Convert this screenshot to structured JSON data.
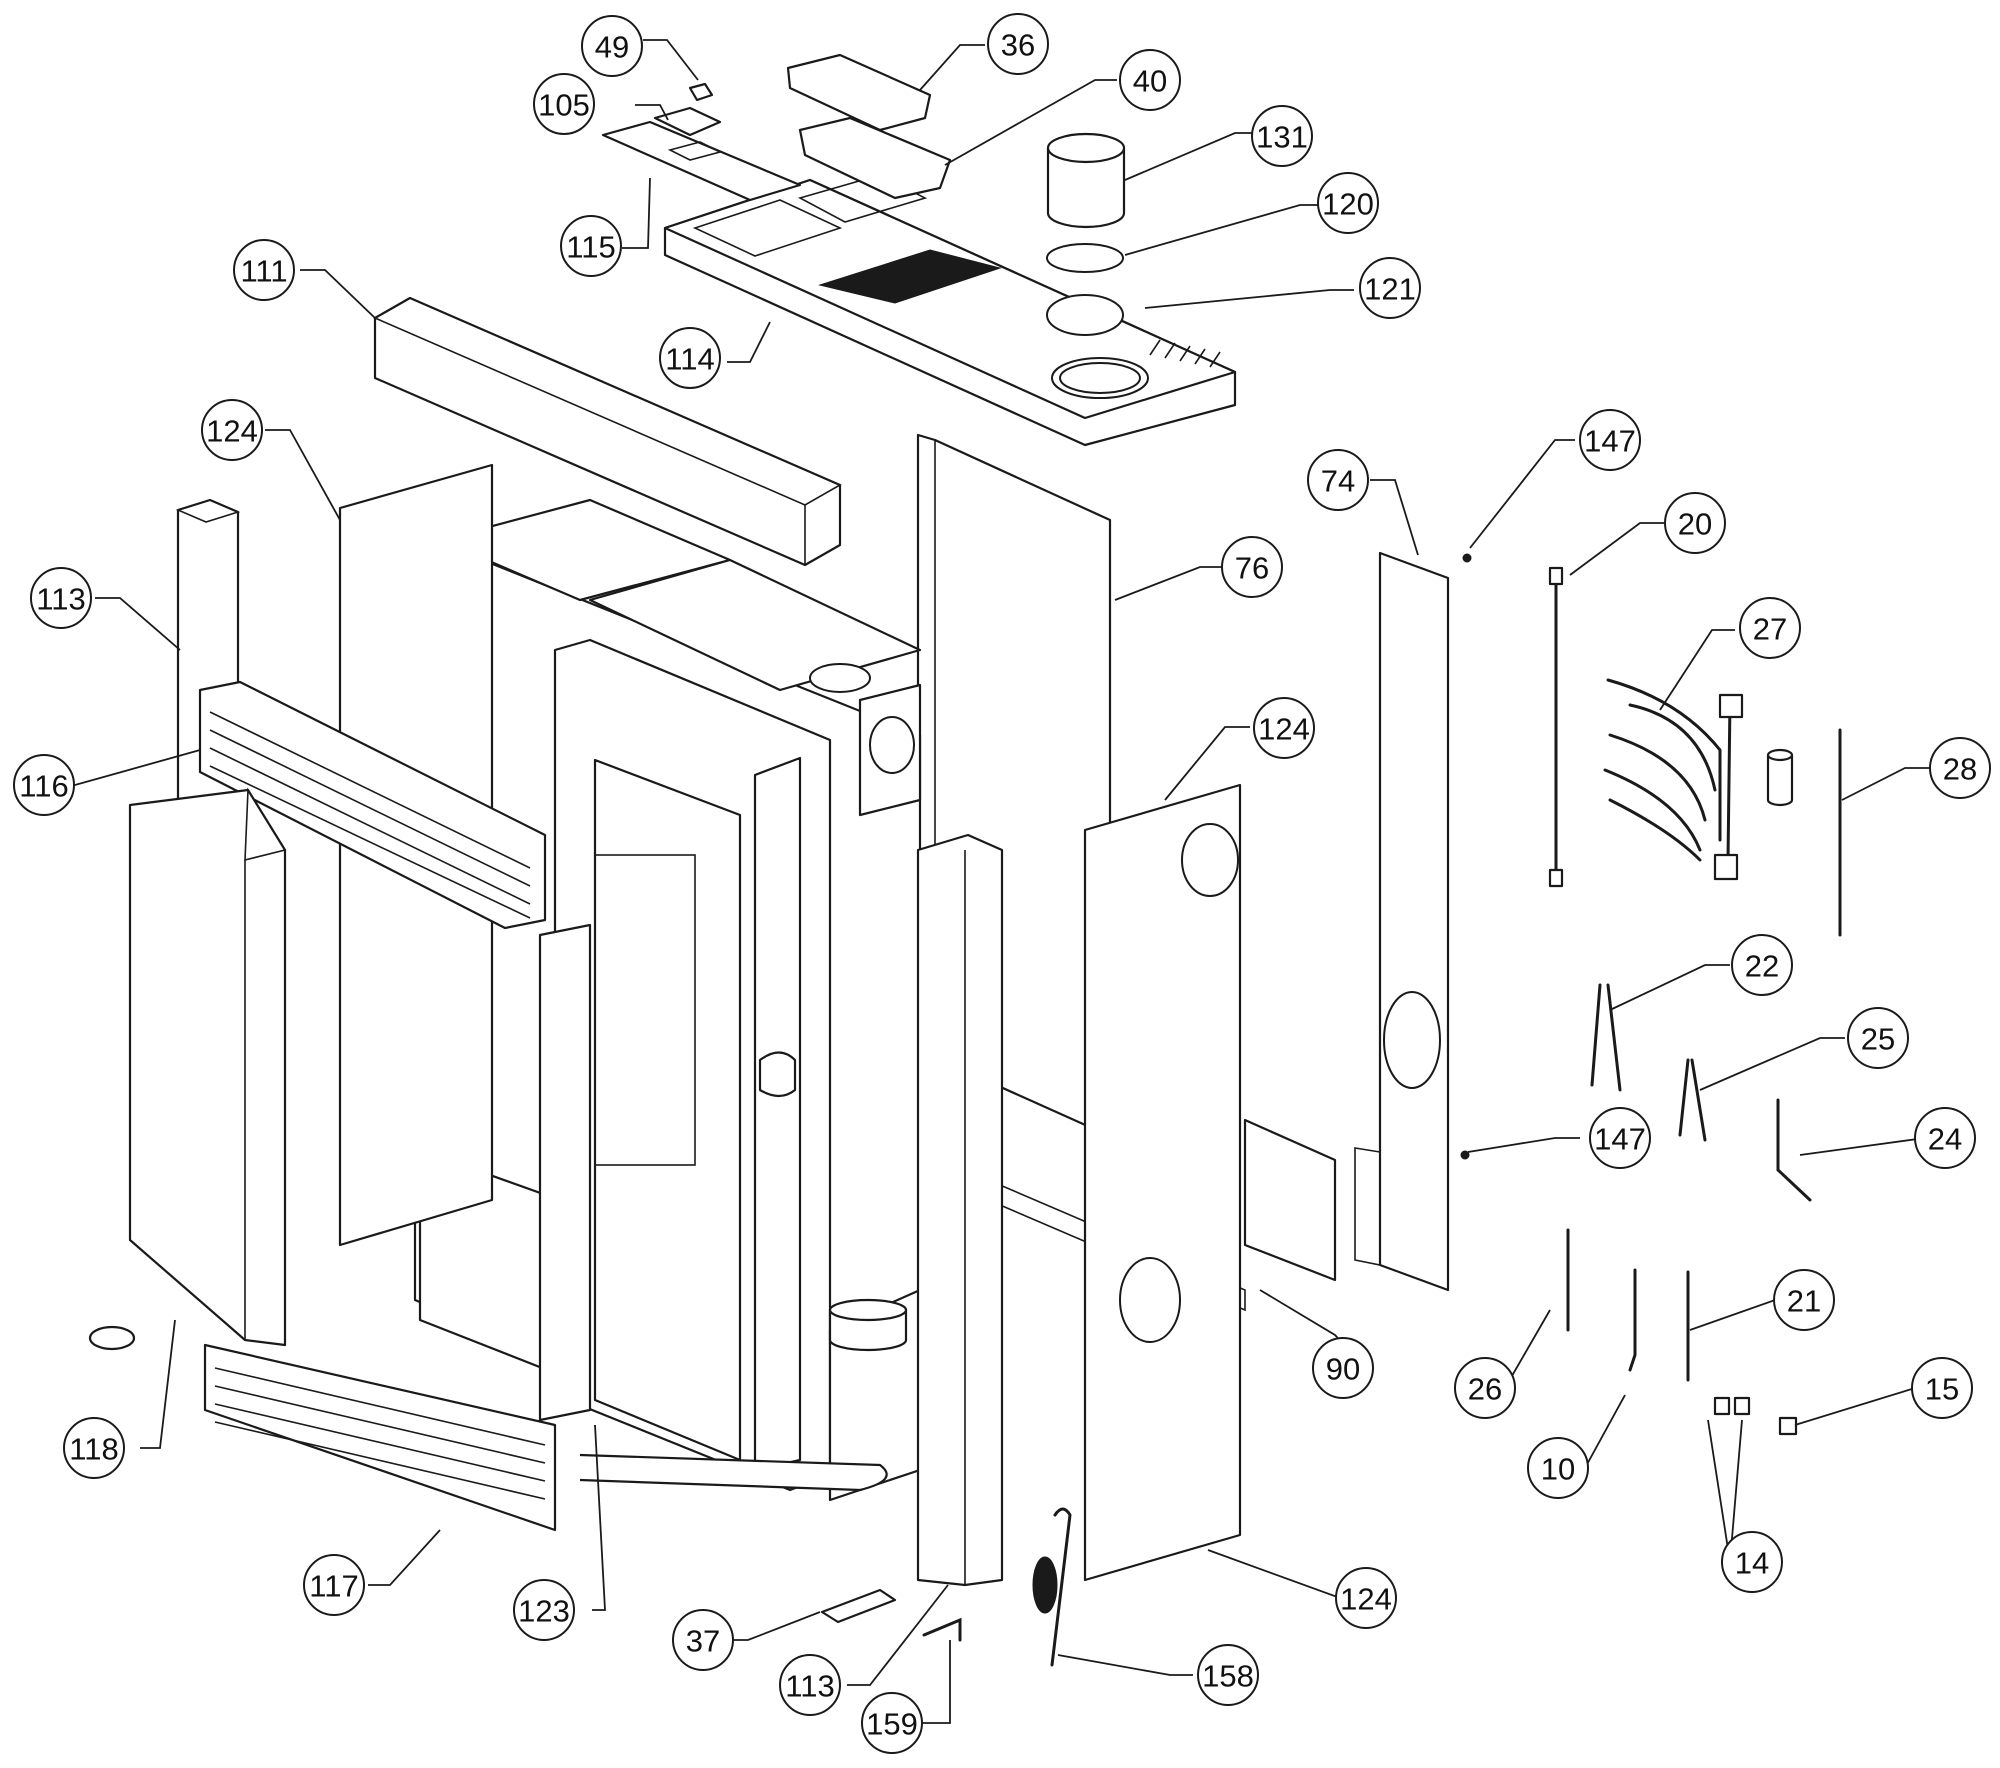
{
  "diagram": {
    "kind": "exploded-parts-diagram",
    "colors": {
      "line": "#1a1a1a",
      "background": "#ffffff"
    },
    "callouts": [
      {
        "id": "c49",
        "label": "49"
      },
      {
        "id": "c36",
        "label": "36"
      },
      {
        "id": "c105",
        "label": "105"
      },
      {
        "id": "c40",
        "label": "40"
      },
      {
        "id": "c131",
        "label": "131"
      },
      {
        "id": "c120",
        "label": "120"
      },
      {
        "id": "c115",
        "label": "115"
      },
      {
        "id": "c111",
        "label": "111"
      },
      {
        "id": "c121",
        "label": "121"
      },
      {
        "id": "c114",
        "label": "114"
      },
      {
        "id": "c124a",
        "label": "124"
      },
      {
        "id": "c147a",
        "label": "147"
      },
      {
        "id": "c74",
        "label": "74"
      },
      {
        "id": "c20",
        "label": "20"
      },
      {
        "id": "c76",
        "label": "76"
      },
      {
        "id": "c113a",
        "label": "113"
      },
      {
        "id": "c27",
        "label": "27"
      },
      {
        "id": "c124b",
        "label": "124"
      },
      {
        "id": "c28",
        "label": "28"
      },
      {
        "id": "c116",
        "label": "116"
      },
      {
        "id": "c22",
        "label": "22"
      },
      {
        "id": "c25",
        "label": "25"
      },
      {
        "id": "c147b",
        "label": "147"
      },
      {
        "id": "c24",
        "label": "24"
      },
      {
        "id": "c21",
        "label": "21"
      },
      {
        "id": "c90",
        "label": "90"
      },
      {
        "id": "c26",
        "label": "26"
      },
      {
        "id": "c15",
        "label": "15"
      },
      {
        "id": "c10",
        "label": "10"
      },
      {
        "id": "c118",
        "label": "118"
      },
      {
        "id": "c14",
        "label": "14"
      },
      {
        "id": "c117",
        "label": "117"
      },
      {
        "id": "c124c",
        "label": "124"
      },
      {
        "id": "c123",
        "label": "123"
      },
      {
        "id": "c37",
        "label": "37"
      },
      {
        "id": "c158",
        "label": "158"
      },
      {
        "id": "c113b",
        "label": "113"
      },
      {
        "id": "c159",
        "label": "159"
      }
    ]
  }
}
